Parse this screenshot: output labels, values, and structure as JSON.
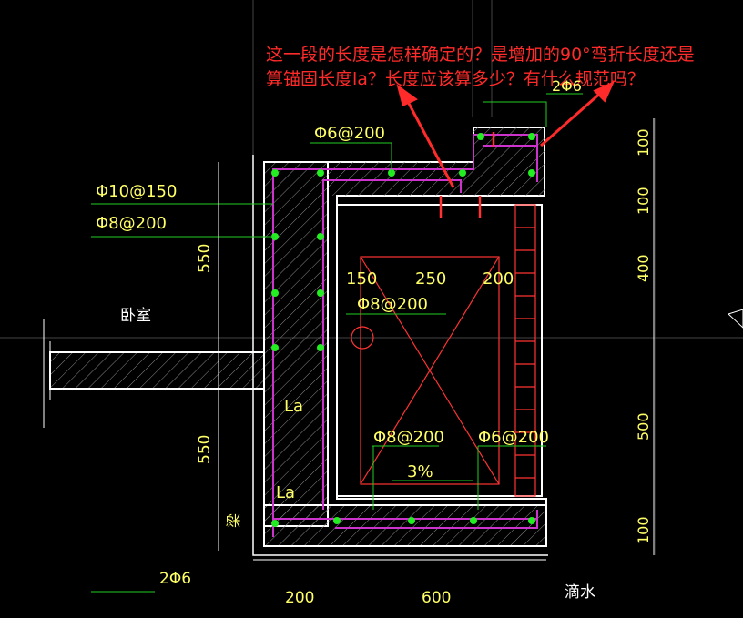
{
  "question": {
    "line1": "这一段的长度是怎样确定的？是增加的90°弯折长度还是",
    "line2": "算锚固长度la？长度应该算多少？有什么规范吗？"
  },
  "labels": {
    "phi6_200_top": "Φ6@200",
    "phi10_150": "Φ10@150",
    "phi8_200_left": "Φ8@200",
    "two_phi6_top": "2Φ6",
    "room": "卧室",
    "beam": "梁",
    "phi8_200_mid": "Φ8@200",
    "phi8_200_bottom": "Φ8@200",
    "phi6_200_bottom": "Φ6@200",
    "slope": "3%",
    "two_phi6_bottom": "2Φ6",
    "drip": "滴水",
    "la_upper": "La",
    "la_lower": "La"
  },
  "dimensions": {
    "left_upper": "550",
    "left_lower": "550",
    "inner_150": "150",
    "inner_250": "250",
    "inner_200": "200",
    "right_100_a": "100",
    "right_100_b": "100",
    "right_400": "400",
    "right_500": "500",
    "right_100_c": "100",
    "bottom_200": "200",
    "bottom_600": "600"
  },
  "colors": {
    "background": "#000000",
    "dimension_text": "#ffff66",
    "annotation_text": "#ff2a2a",
    "concrete_outline": "#ffffff",
    "rebar": "#cc33cc",
    "rebar_dots": "#22ee22",
    "leader_lines": "#22cc22",
    "red_frame": "#ff3333"
  }
}
